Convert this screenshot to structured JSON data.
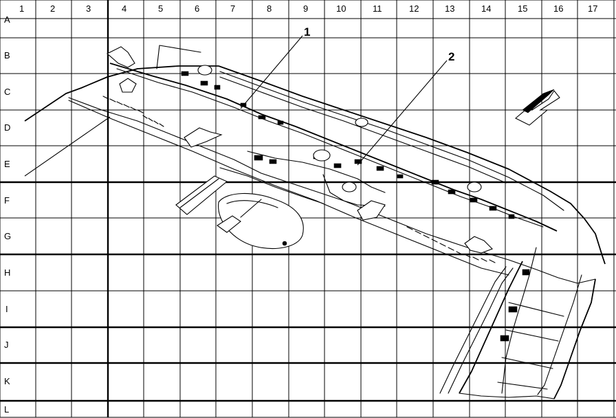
{
  "grid": {
    "columns": [
      "1",
      "2",
      "3",
      "4",
      "5",
      "6",
      "7",
      "8",
      "9",
      "10",
      "11",
      "12",
      "13",
      "14",
      "15",
      "16",
      "17"
    ],
    "rows": [
      "A",
      "B",
      "C",
      "D",
      "E",
      "F",
      "G",
      "H",
      "I",
      "J",
      "K",
      "L"
    ]
  },
  "callouts": [
    {
      "label": "1"
    },
    {
      "label": "2"
    }
  ]
}
